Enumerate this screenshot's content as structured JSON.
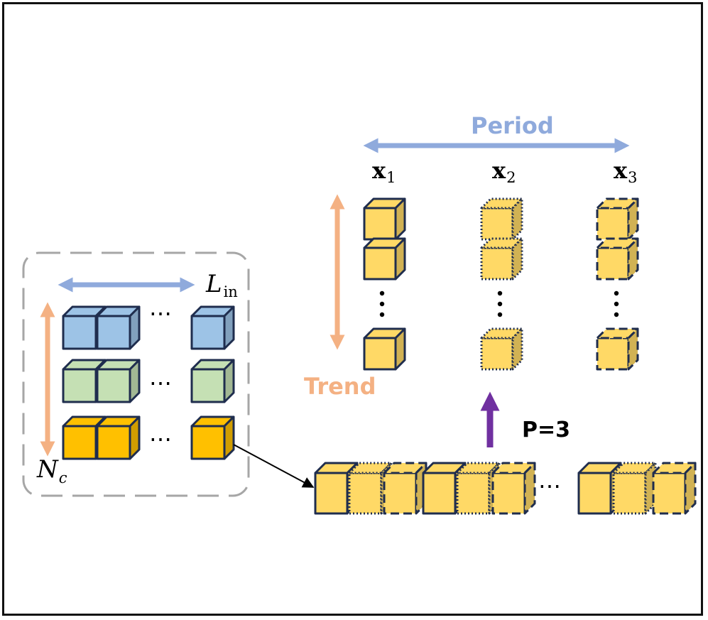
{
  "labels": {
    "period": "Period",
    "trend": "Trend",
    "patch": "P=3",
    "x1_main": "x",
    "x1_sub": "1",
    "x2_main": "x",
    "x2_sub": "2",
    "x3_main": "x",
    "x3_sub": "3",
    "lin_main": "L",
    "lin_sub": "in",
    "nc_main": "N",
    "nc_sub": "c",
    "ellipsis": "⋯"
  },
  "colors": {
    "blue_cube": "#9dc3e6",
    "green_cube": "#c5e0b4",
    "orange_cube": "#ffc000",
    "yellow_cube": "#ffd966",
    "period_arrow": "#8faadc",
    "trend_arrow": "#f4b183",
    "patch_arrow": "#7030a0",
    "outline": "#1f2d4e",
    "dashed_box": "#a6a6a6"
  }
}
